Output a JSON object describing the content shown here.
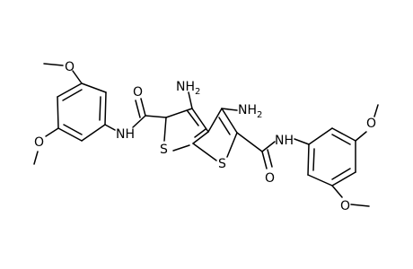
{
  "molecule": {
    "atoms": {
      "nh2_left": "NH",
      "nh2_left_sub": "2",
      "nh2_right": "NH",
      "nh2_right_sub": "2",
      "carbonyl_o_left": "O",
      "carbonyl_o_right": "O",
      "amide_nh_left": "NH",
      "amide_nh_right": "NH",
      "ring_s_left": "S",
      "ring_s_right": "S",
      "methoxy_o_left_top": "O",
      "methoxy_o_left_bottom": "O",
      "methoxy_o_right_top": "O",
      "methoxy_o_right_bottom": "O"
    },
    "colors": {
      "bond": "#000000",
      "text": "#000000",
      "background": "#ffffff"
    }
  }
}
